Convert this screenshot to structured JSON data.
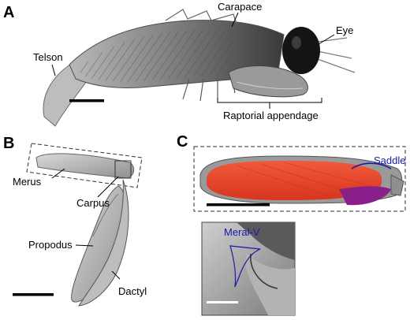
{
  "panels": {
    "a": {
      "letter": "A",
      "labels": {
        "carapace": "Carapace",
        "eye": "Eye",
        "telson": "Telson",
        "raptorial": "Raptorial appendage"
      }
    },
    "b": {
      "letter": "B",
      "labels": {
        "merus": "Merus",
        "carpus": "Carpus",
        "propodus": "Propodus",
        "dactyl": "Dactyl"
      }
    },
    "c": {
      "letter": "C",
      "labels": {
        "saddle": "Saddle",
        "meral_v": "Meral-V"
      }
    }
  },
  "colors": {
    "muscle_red": "#e8412a",
    "muscle_purple": "#8a1f8c",
    "annotation_blue": "#1a1aa8",
    "specimen_gray": "#8a8a8a"
  }
}
